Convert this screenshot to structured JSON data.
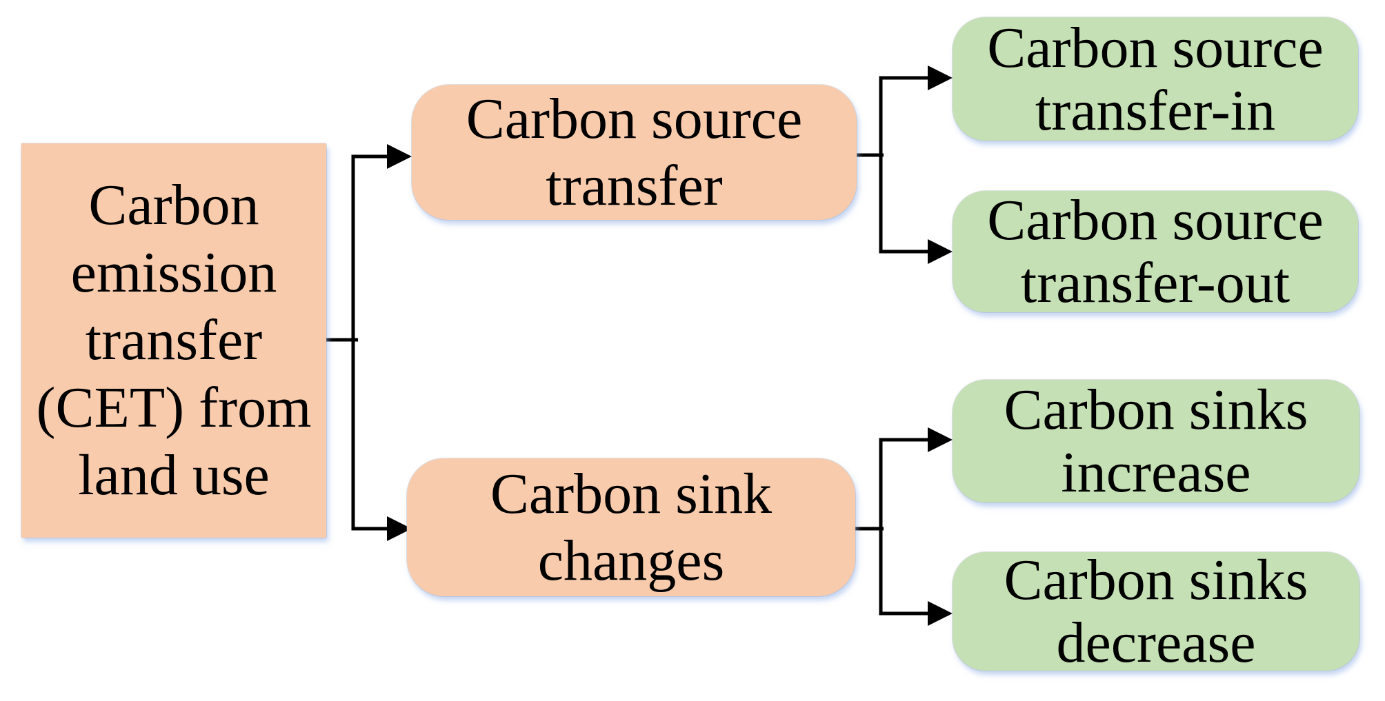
{
  "diagram": {
    "root": {
      "label": "Carbon emission transfer (CET) from land use"
    },
    "branches": [
      {
        "label": "Carbon source transfer",
        "children": [
          {
            "label": "Carbon source transfer-in"
          },
          {
            "label": "Carbon source transfer-out"
          }
        ]
      },
      {
        "label": "Carbon sink changes",
        "children": [
          {
            "label": "Carbon sinks increase"
          },
          {
            "label": "Carbon sinks decrease"
          }
        ]
      }
    ],
    "colors": {
      "root_fill": "#F8CBAD",
      "branch_fill": "#F8CBAD",
      "leaf_fill": "#C5E0B4",
      "connector": "#000000",
      "text": "#000000",
      "shadow": "#94B0E8"
    }
  }
}
